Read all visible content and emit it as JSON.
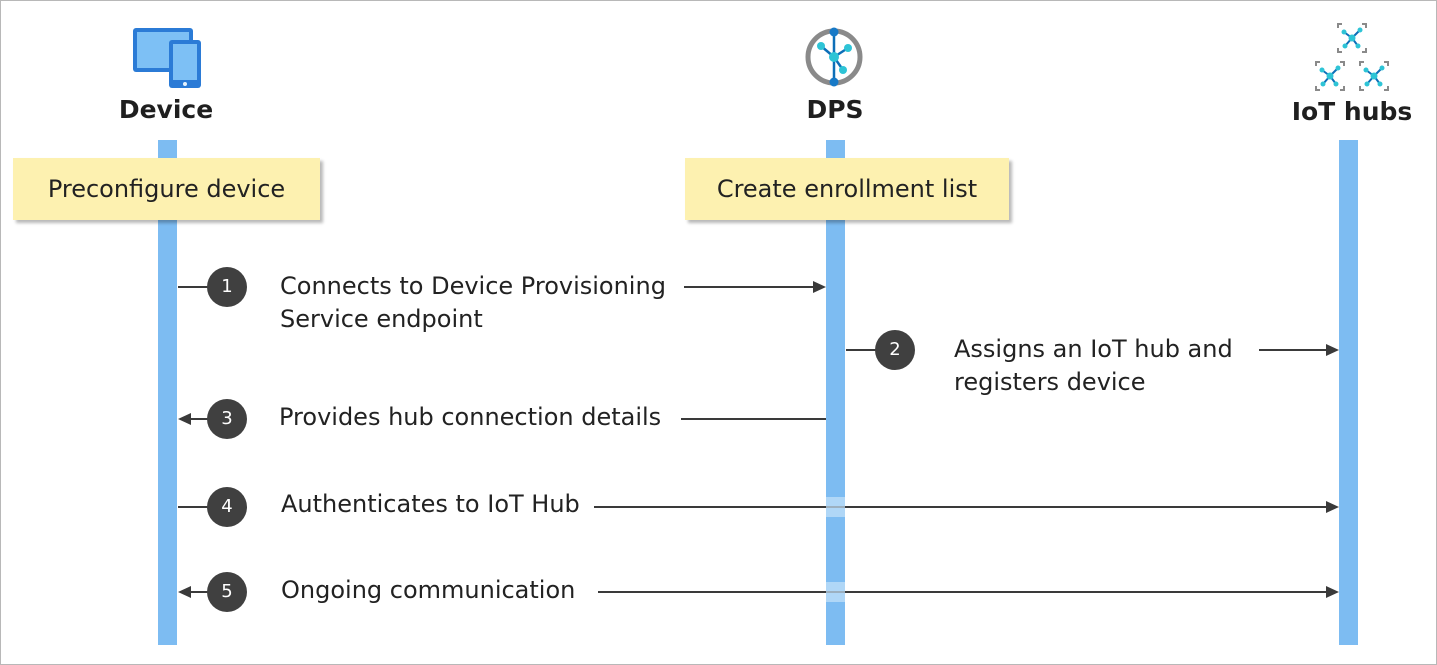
{
  "participants": [
    {
      "id": "device",
      "label": "Device",
      "icon": "device-icon"
    },
    {
      "id": "dps",
      "label": "DPS",
      "icon": "dps-icon"
    },
    {
      "id": "hubs",
      "label": "IoT hubs",
      "icon": "iot-hubs-icon"
    }
  ],
  "notes": {
    "device": "Preconfigure device",
    "dps": "Create enrollment list"
  },
  "steps": [
    {
      "number": "1",
      "line1": "Connects to Device Provisioning",
      "line2": "Service endpoint",
      "from": "device",
      "to": "dps"
    },
    {
      "number": "2",
      "line1": "Assigns an IoT hub and",
      "line2": "registers device",
      "from": "dps",
      "to": "hubs"
    },
    {
      "number": "3",
      "line1": "Provides hub connection details",
      "line2": "",
      "from": "dps",
      "to": "device"
    },
    {
      "number": "4",
      "line1": "Authenticates to IoT Hub",
      "line2": "",
      "from": "device",
      "to": "hubs"
    },
    {
      "number": "5",
      "line1": "Ongoing communication",
      "line2": "",
      "from": "both",
      "to": "both"
    }
  ],
  "colors": {
    "lifeline": "#7dbcf2",
    "note_fill": "#fdf1b0",
    "badge": "#404040",
    "arrow": "#3a3a3a",
    "icon_blue": "#2b7bd6",
    "icon_teal": "#2ec4d6",
    "icon_gray": "#8a8a8a"
  }
}
